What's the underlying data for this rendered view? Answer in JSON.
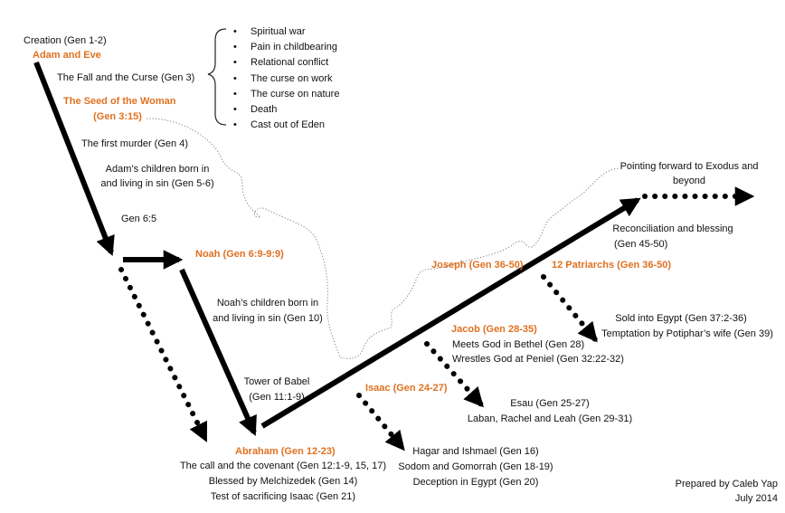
{
  "colors": {
    "accent": "#e07020",
    "text": "#111111",
    "arrow": "#000000",
    "dotted_line": "#888888"
  },
  "nodes": {
    "creation": "Creation (Gen 1-2)",
    "adam_eve": "Adam and Eve",
    "fall": "The Fall and the Curse (Gen 3)",
    "seed_line1": "The Seed of the Woman",
    "seed_line2": "(Gen 3:15)",
    "murder": "The first murder (Gen 4)",
    "adam_children_1": "Adam’s children born in",
    "adam_children_2": "and living in sin (Gen 5-6)",
    "gen65": "Gen 6:5",
    "noah": "Noah (Gen 6:9-9:9)",
    "noah_children_1": "Noah’s children born in",
    "noah_children_2": "and living in sin (Gen 10)",
    "babel_1": "Tower of Babel",
    "babel_2": "(Gen 11:1-9)",
    "abraham": "Abraham (Gen 12-23)",
    "abraham_notes": [
      "The call and the covenant (Gen 12:1-9, 15, 17)",
      "Blessed by Melchizedek (Gen 14)",
      "Test of sacrificing Isaac (Gen 21)"
    ],
    "isaac": "Isaac (Gen 24-27)",
    "isaac_notes": [
      "Hagar and Ishmael (Gen 16)",
      "Sodom and Gomorrah (Gen 18-19)",
      "Deception in Egypt (Gen 20)"
    ],
    "jacob": "Jacob (Gen 28-35)",
    "jacob_notes": [
      "Meets God in Bethel (Gen 28)",
      "Wrestles God at Peniel (Gen 32:22-32)"
    ],
    "esau_notes": [
      "Esau (Gen 25-27)",
      "Laban, Rachel and Leah (Gen 29-31)"
    ],
    "joseph": "Joseph (Gen 36-50)",
    "patriarchs": "12 Patriarchs (Gen 36-50)",
    "egypt_notes": [
      "Sold into Egypt (Gen 37:2-36)",
      "Temptation by Potiphar’s wife (Gen 39)"
    ],
    "reconciliation_1": "Reconciliation and blessing",
    "reconciliation_2": "(Gen 45-50)",
    "pointing_1": "Pointing forward to Exodus and",
    "pointing_2": "beyond"
  },
  "curse_list": [
    "Spiritual war",
    "Pain in childbearing",
    "Relational conflict",
    "The curse on work",
    "The curse on nature",
    "Death",
    "Cast out of Eden"
  ],
  "credit": {
    "line1": "Prepared by Caleb Yap",
    "line2": "July 2014"
  }
}
